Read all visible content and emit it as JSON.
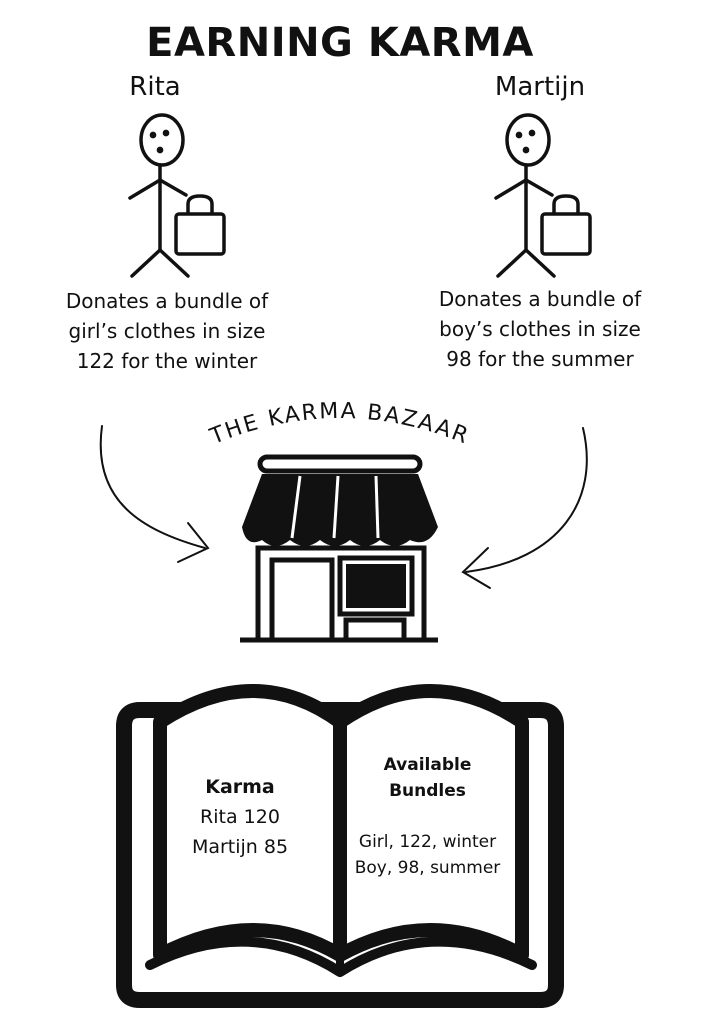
{
  "title": "EARNING KARMA",
  "people": {
    "rita": {
      "name": "Rita",
      "description": "Donates a bundle of girl’s clothes in size 122 for the winter"
    },
    "martijn": {
      "name": "Martijn",
      "description": "Donates a bundle of boy’s clothes in size 98 for the summer"
    }
  },
  "shop": {
    "label": "THE KARMA BAZAAR"
  },
  "ledger": {
    "karma_title": "Karma",
    "karma_entries": [
      "Rita 120",
      "Martijn 85"
    ],
    "bundles_title": "Available Bundles",
    "bundle_entries": [
      "Girl, 122, winter",
      "Boy, 98, summer"
    ]
  }
}
